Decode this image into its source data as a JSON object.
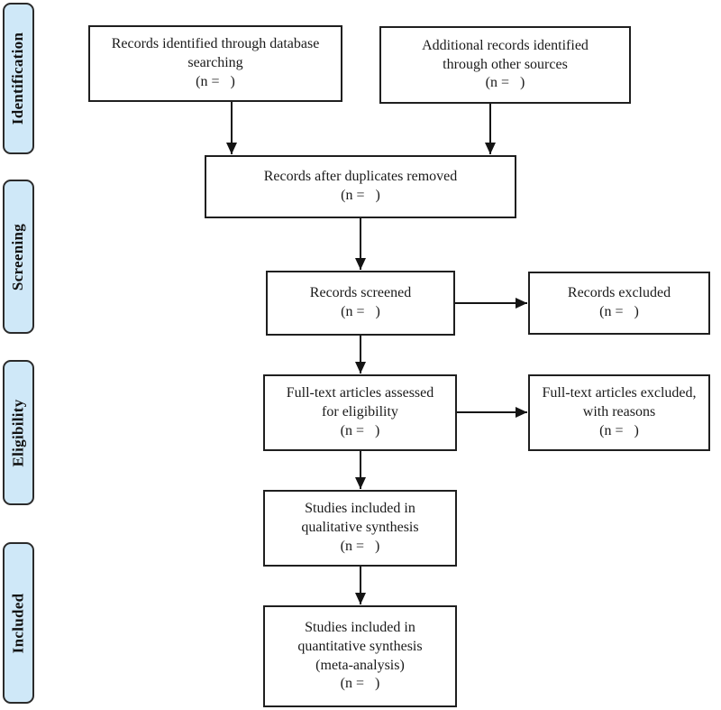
{
  "stages": [
    {
      "label": "Identification"
    },
    {
      "label": "Screening"
    },
    {
      "label": "Eligibility"
    },
    {
      "label": "Included"
    }
  ],
  "nodes": [
    {
      "id": "records-identified-database",
      "text": "Records identified through database\nsearching\n(n =   )"
    },
    {
      "id": "additional-records-other-sources",
      "text": "Additional records identified\nthrough other sources\n(n =   )"
    },
    {
      "id": "records-after-duplicates-removed",
      "text": "Records after duplicates removed\n(n =   )"
    },
    {
      "id": "records-screened",
      "text": "Records screened\n(n =   )"
    },
    {
      "id": "records-excluded",
      "text": "Records excluded\n(n =   )"
    },
    {
      "id": "fulltext-assessed",
      "text": "Full-text articles assessed\nfor eligibility\n(n =   )"
    },
    {
      "id": "fulltext-excluded",
      "text": "Full-text articles excluded,\nwith reasons\n(n =   )"
    },
    {
      "id": "qualitative-synthesis",
      "text": "Studies included in\nqualitative synthesis\n(n =   )"
    },
    {
      "id": "quantitative-synthesis",
      "text": "Studies included in\nquantitative synthesis\n(meta-analysis)\n(n =   )"
    }
  ],
  "connections": [
    {
      "from": "records-identified-database",
      "to": "records-after-duplicates-removed"
    },
    {
      "from": "additional-records-other-sources",
      "to": "records-after-duplicates-removed"
    },
    {
      "from": "records-after-duplicates-removed",
      "to": "records-screened"
    },
    {
      "from": "records-screened",
      "to": "records-excluded"
    },
    {
      "from": "records-screened",
      "to": "fulltext-assessed"
    },
    {
      "from": "fulltext-assessed",
      "to": "fulltext-excluded"
    },
    {
      "from": "fulltext-assessed",
      "to": "qualitative-synthesis"
    },
    {
      "from": "qualitative-synthesis",
      "to": "quantitative-synthesis"
    }
  ],
  "colors": {
    "stage_fill": "#cfe8f8",
    "stage_border": "#2b2b2b",
    "node_border": "#1f1f1f",
    "arrow": "#141414",
    "background": "#ffffff"
  }
}
